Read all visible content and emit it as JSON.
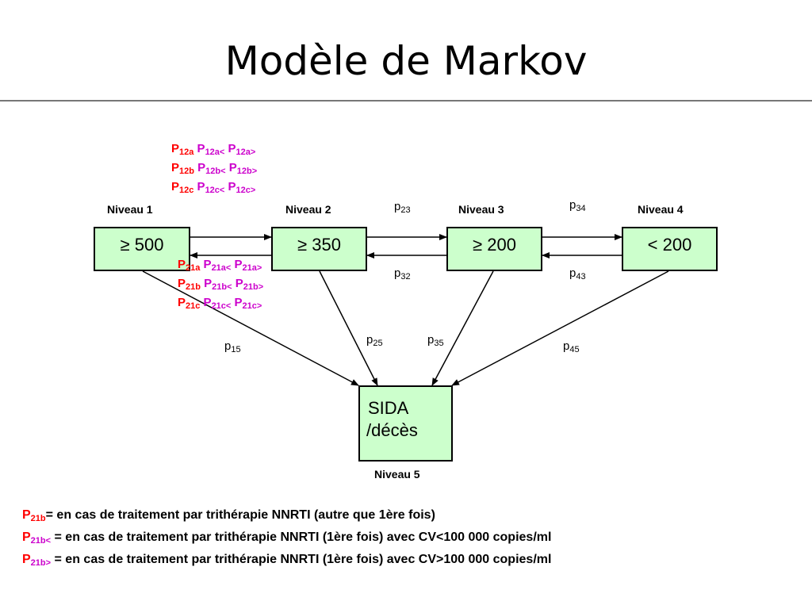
{
  "title": "Modèle de Markov",
  "levels": {
    "n1": "Niveau 1",
    "n2": "Niveau 2",
    "n3": "Niveau 3",
    "n4": "Niveau 4",
    "n5": "Niveau 5"
  },
  "boxes": {
    "b1": "≥ 500",
    "b2": "≥ 350",
    "b3": "≥ 200",
    "b4": "< 200",
    "sida_line1": "SIDA",
    "sida_line2": "/décès"
  },
  "transitions": {
    "p23": {
      "base": "p",
      "sub": "23"
    },
    "p34": {
      "base": "p",
      "sub": "34"
    },
    "p32": {
      "base": "p",
      "sub": "32"
    },
    "p43": {
      "base": "p",
      "sub": "43"
    },
    "p15": {
      "base": "p",
      "sub": "15"
    },
    "p25": {
      "base": "p",
      "sub": "25"
    },
    "p35": {
      "base": "p",
      "sub": "35"
    },
    "p45": {
      "base": "p",
      "sub": "45"
    }
  },
  "p12_group": [
    {
      "a": "P",
      "a_sub": "12a",
      "b": "P",
      "b_sub": "12a<",
      "c": "P",
      "c_sub": "12a>"
    },
    {
      "a": "P",
      "a_sub": "12b",
      "b": "P",
      "b_sub": "12b<",
      "c": "P",
      "c_sub": "12b>"
    },
    {
      "a": "P",
      "a_sub": "12c",
      "b": "P",
      "b_sub": "12c<",
      "c": "P",
      "c_sub": "12c>"
    }
  ],
  "p21_group": [
    {
      "a": "P",
      "a_sub": "21a",
      "b": "P",
      "b_sub": "21a<",
      "c": "P",
      "c_sub": "21a>"
    },
    {
      "a": "P",
      "a_sub": "21b",
      "b": "P",
      "b_sub": "21b<",
      "c": "P",
      "c_sub": "21b>"
    },
    {
      "a": "P",
      "a_sub": "21c",
      "b": "P",
      "b_sub": "21c<",
      "c": "P",
      "c_sub": "21c>"
    }
  ],
  "legend": [
    {
      "p": "P",
      "sub": "21b",
      "text": "= en cas de traitement par trithérapie NNRTI (autre que 1ère fois)"
    },
    {
      "p": "P",
      "sub": "21b<",
      "text": " = en cas de traitement par trithérapie NNRTI (1ère fois) avec CV<100 000 copies/ml"
    },
    {
      "p": "P",
      "sub": "21b>",
      "text": " = en cas de traitement par trithérapie NNRTI (1ère fois) avec CV>100 000 copies/ml"
    }
  ],
  "colors": {
    "box_fill": "#ccffcc",
    "red": "#ff0000",
    "magenta": "#cc00cc"
  }
}
